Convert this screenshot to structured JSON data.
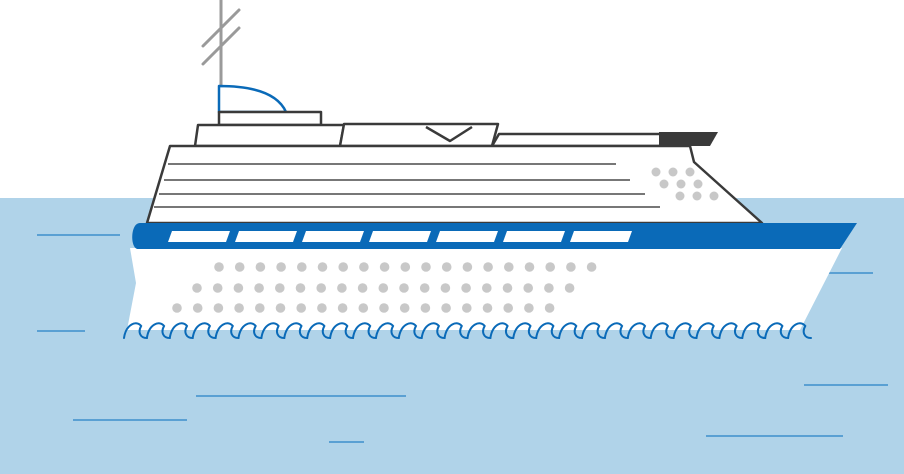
{
  "scene": {
    "subject": "cruise-ship",
    "colors": {
      "sky": "#ffffff",
      "water": "#b0d3e9",
      "water_line": "#3d8fcc",
      "hull_stripe": "#0a6ab8",
      "hull": "#ffffff",
      "outline": "#3a3a3a",
      "portholes": "#c8c8c8",
      "windows": "#ffffff",
      "funnel": "#3a3a3a",
      "radar_dome": "#0a6ab8"
    },
    "elements": {
      "hull_stripe_windows": 7,
      "porthole_rows": 3,
      "bow_porthole_rows": 3
    }
  }
}
